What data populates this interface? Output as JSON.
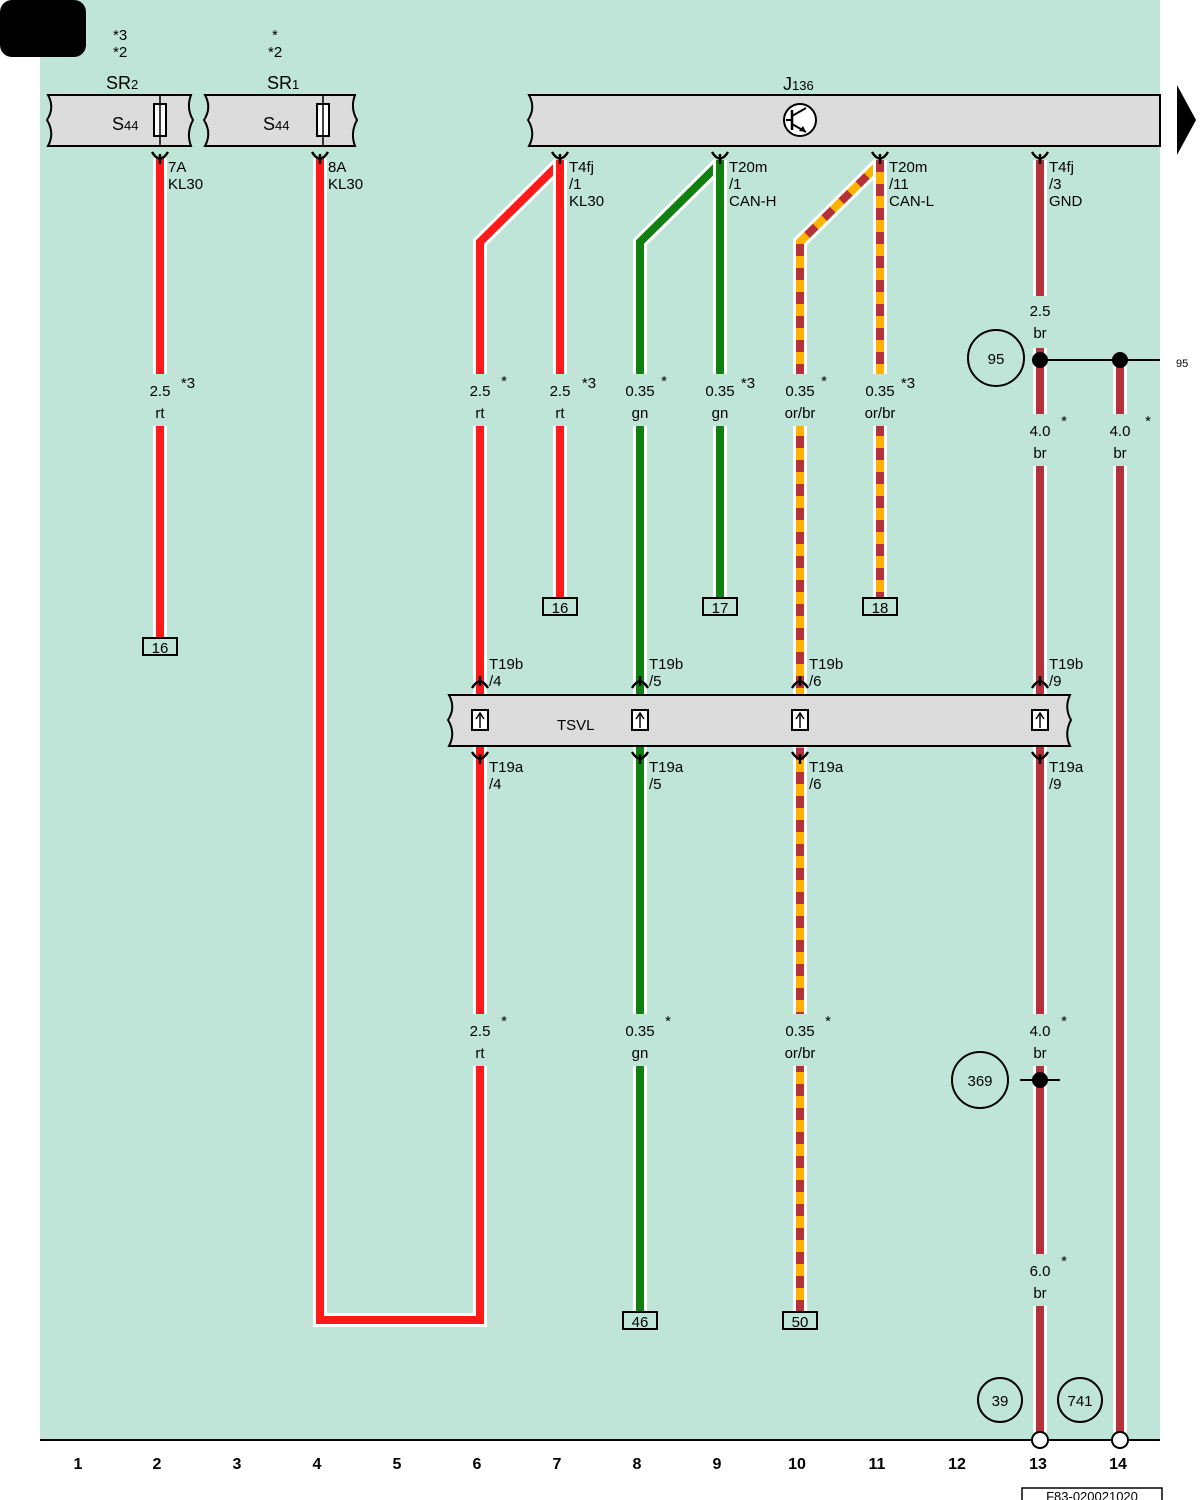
{
  "header": {
    "tab_label": ""
  },
  "components": {
    "sr2": {
      "label": "SR",
      "sub": "2",
      "fuse": "S",
      "fuse_sub": "44",
      "rating": "7A",
      "term": "KL30",
      "notes": [
        "*3",
        "*2"
      ]
    },
    "sr1": {
      "label": "SR",
      "sub": "1",
      "fuse": "S",
      "fuse_sub": "44",
      "rating": "8A",
      "term": "KL30",
      "notes": [
        "*",
        "*2"
      ]
    },
    "j136": {
      "label": "J",
      "sub": "136"
    },
    "tsvl": {
      "label": "TSVL"
    }
  },
  "j136_pins": [
    {
      "conn": "T4fj",
      "pin": "/1",
      "signal": "KL30"
    },
    {
      "conn": "T20m",
      "pin": "/1",
      "signal": "CAN-H"
    },
    {
      "conn": "T20m",
      "pin": "/11",
      "signal": "CAN-L"
    },
    {
      "conn": "T4fj",
      "pin": "/3",
      "signal": "GND"
    }
  ],
  "tsvl_pins": {
    "top": [
      {
        "conn": "T19b",
        "pin": "/4"
      },
      {
        "conn": "T19b",
        "pin": "/5"
      },
      {
        "conn": "T19b",
        "pin": "/6"
      },
      {
        "conn": "T19b",
        "pin": "/9"
      }
    ],
    "bottom": [
      {
        "conn": "T19a",
        "pin": "/4"
      },
      {
        "conn": "T19a",
        "pin": "/5"
      },
      {
        "conn": "T19a",
        "pin": "/6"
      },
      {
        "conn": "T19a",
        "pin": "/9"
      }
    ]
  },
  "wire_labels": [
    {
      "gauge": "2.5",
      "color": "rt",
      "note": "*3"
    },
    {
      "gauge": "2.5",
      "color": "rt",
      "note": "*"
    },
    {
      "gauge": "2.5",
      "color": "rt",
      "note": "*3"
    },
    {
      "gauge": "0.35",
      "color": "gn",
      "note": "*"
    },
    {
      "gauge": "0.35",
      "color": "gn",
      "note": "*3"
    },
    {
      "gauge": "0.35",
      "color": "or/br",
      "note": "*"
    },
    {
      "gauge": "0.35",
      "color": "or/br",
      "note": "*3"
    },
    {
      "gauge": "2.5",
      "color": "br",
      "note": ""
    },
    {
      "gauge": "4.0",
      "color": "br",
      "note": "*"
    },
    {
      "gauge": "4.0",
      "color": "br",
      "note": "*"
    },
    {
      "gauge": "2.5",
      "color": "rt",
      "note": "*"
    },
    {
      "gauge": "0.35",
      "color": "gn",
      "note": "*"
    },
    {
      "gauge": "0.35",
      "color": "or/br",
      "note": "*"
    },
    {
      "gauge": "4.0",
      "color": "br",
      "note": "*"
    },
    {
      "gauge": "6.0",
      "color": "br",
      "note": "*"
    }
  ],
  "terminals": [
    "16",
    "16",
    "17",
    "18",
    "46",
    "50"
  ],
  "ground_refs": [
    "95",
    "369",
    "39",
    "741"
  ],
  "side_ref": "95",
  "columns": [
    "1",
    "2",
    "3",
    "4",
    "5",
    "6",
    "7",
    "8",
    "9",
    "10",
    "11",
    "12",
    "13",
    "14"
  ],
  "doc_id": "F83-020021020",
  "colors": {
    "background": "#bfe5d9",
    "rt": "#ff1a1a",
    "gn": "#108010",
    "or": "#ffb300",
    "br": "#b5323a",
    "component_fill": "#dcdcdc"
  }
}
